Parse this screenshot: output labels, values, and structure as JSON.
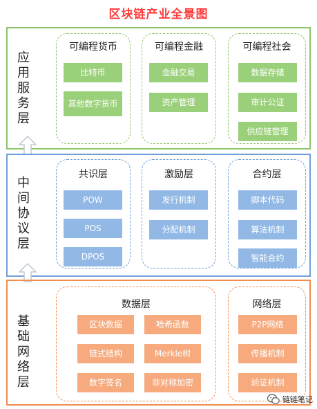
{
  "title": "区块链产业全景图",
  "colors": {
    "title": "#ff3b3b",
    "app": "#8cc46a",
    "mid": "#6f9fd8",
    "base": "#f28c4f",
    "arrow": "#bfc7cf"
  },
  "app_layer": {
    "label": "应用服务层",
    "groups": [
      {
        "title": "可编程货币",
        "items": [
          "比特币",
          "其他数字货币"
        ]
      },
      {
        "title": "可编程金融",
        "items": [
          "金融交易",
          "资产管理"
        ]
      },
      {
        "title": "可编程社会",
        "items": [
          "数据存储",
          "审计公证",
          "供应链管理"
        ]
      }
    ]
  },
  "protocol_layer": {
    "label": "中间协议层",
    "groups": [
      {
        "title": "共识层",
        "items": [
          "POW",
          "POS",
          "DPOS"
        ]
      },
      {
        "title": "激励层",
        "items": [
          "发行机制",
          "分配机制"
        ]
      },
      {
        "title": "合约层",
        "items": [
          "脚本代码",
          "算法机制",
          "智能合约"
        ]
      }
    ]
  },
  "base_layer": {
    "label": "基础网络层",
    "groups": [
      {
        "title": "数据层",
        "items": [
          "区块数据",
          "哈希函数",
          "链式结构",
          "Merkle树",
          "数字签名",
          "非对称加密"
        ]
      },
      {
        "title": "网络层",
        "items": [
          "P2P网络",
          "传播机制",
          "验证机制"
        ]
      }
    ]
  },
  "watermark": {
    "icon": "wechat-icon",
    "text": "链链笔记"
  }
}
